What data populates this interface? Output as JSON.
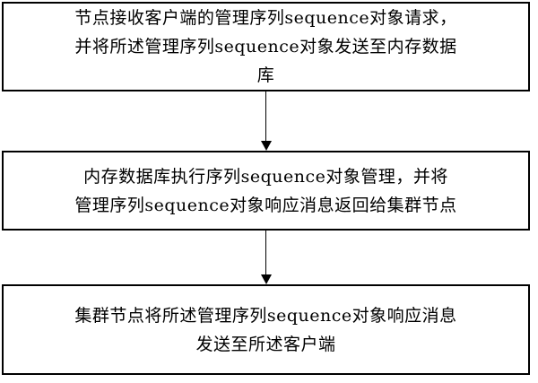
{
  "steps": [
    {
      "lines": [
        "节点接收客户端的管理序列sequence对象请求，",
        "并将所述管理序列sequence对象发送至内存数据",
        "库"
      ]
    },
    {
      "lines": [
        "内存数据库执行序列sequence对象管理，并将",
        "管理序列sequence对象响应消息返回给集群节点"
      ]
    },
    {
      "lines": [
        "集群节点将所述管理序列sequence对象响应消息",
        "发送至所述客户端"
      ]
    }
  ],
  "colors": {
    "border": "#000000",
    "background": "#ffffff",
    "text": "#000000"
  }
}
